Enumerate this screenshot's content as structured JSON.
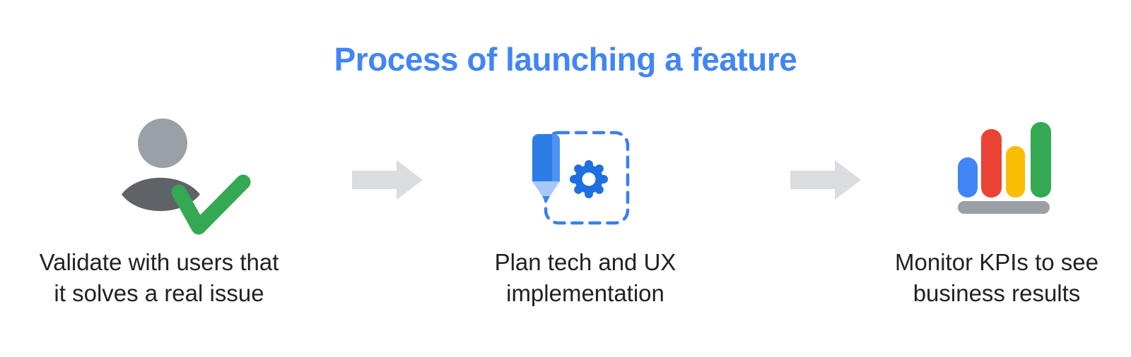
{
  "title": "Process of launching a feature",
  "colors": {
    "title_blue": "#4285F4",
    "caption_text": "#202124",
    "arrow_gray": "#DADCE0",
    "person_head_gray": "#9AA0A6",
    "person_body_gray": "#5F6368",
    "check_green": "#34A853",
    "pencil_blue": "#2B7CE5",
    "pencil_highlight_blue": "#4D94F2",
    "pencil_wood_light_blue": "#A6C7F8",
    "pencil_tip_blue": "#3D85EC",
    "gear_blue": "#1E6FE0",
    "dashed_border_blue": "#3B7EF0",
    "bar_blue": "#4285F4",
    "bar_red": "#EA4335",
    "bar_yellow": "#FBBC04",
    "bar_green": "#34A853",
    "chart_base_gray": "#9AA0A6"
  },
  "steps": [
    {
      "icon": "user-check-icon",
      "caption_line1": "Validate with users that",
      "caption_line2": "it solves a real issue"
    },
    {
      "icon": "pencil-gear-plan-icon",
      "caption_line1": "Plan tech and UX",
      "caption_line2": "implementation"
    },
    {
      "icon": "bar-chart-icon",
      "caption_line1": "Monitor KPIs to see",
      "caption_line2": "business results"
    }
  ],
  "connectors": [
    {
      "icon": "arrow-right-icon"
    },
    {
      "icon": "arrow-right-icon"
    }
  ]
}
